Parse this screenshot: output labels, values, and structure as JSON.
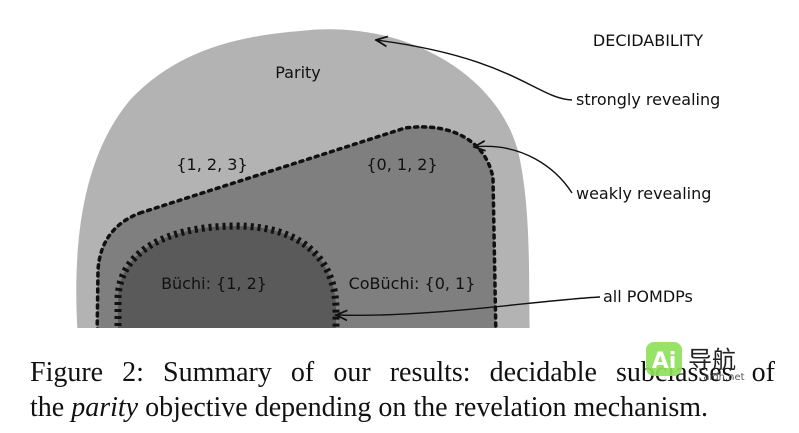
{
  "diagram": {
    "heading": "DECIDABILITY",
    "regions": {
      "parity": "Parity",
      "set_123": "{1, 2, 3}",
      "set_012": "{0, 1, 2}",
      "buchi": "Büchi: {1, 2}",
      "cobuchi": "CoBüchi: {0, 1}"
    },
    "annotations": {
      "strongly": "strongly revealing",
      "weakly": "weakly revealing",
      "all": "all POMDPs"
    },
    "colors": {
      "outer": "#b3b3b3",
      "middle": "#7f7f7f",
      "inner": "#5a5a5a",
      "dotted": "#111111"
    }
  },
  "caption": {
    "line1": "Figure 2: Summary of our results: decidable subclasses of",
    "line2_pre": "the ",
    "line2_em": "parity",
    "line2_post": " objective depending on the revelation mechanism."
  },
  "watermark": {
    "logo": "Ai",
    "name": "导航",
    "url": "aidh.net"
  }
}
